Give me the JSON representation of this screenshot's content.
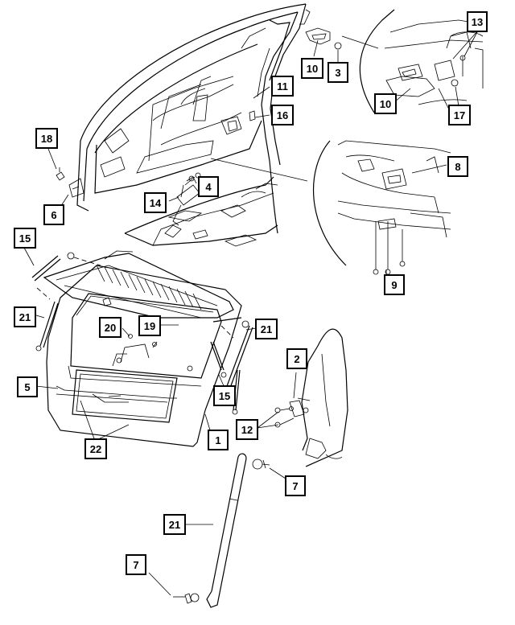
{
  "callouts": [
    {
      "id": "c13",
      "label": "13"
    },
    {
      "id": "c3",
      "label": "3"
    },
    {
      "id": "c10a",
      "label": "10"
    },
    {
      "id": "c11",
      "label": "11"
    },
    {
      "id": "c16",
      "label": "16"
    },
    {
      "id": "c10b",
      "label": "10"
    },
    {
      "id": "c17",
      "label": "17"
    },
    {
      "id": "c18",
      "label": "18"
    },
    {
      "id": "c4",
      "label": "4"
    },
    {
      "id": "c14",
      "label": "14"
    },
    {
      "id": "c6",
      "label": "6"
    },
    {
      "id": "c8",
      "label": "8"
    },
    {
      "id": "c15a",
      "label": "15"
    },
    {
      "id": "c9",
      "label": "9"
    },
    {
      "id": "c21a",
      "label": "21"
    },
    {
      "id": "c20",
      "label": "20"
    },
    {
      "id": "c19",
      "label": "19"
    },
    {
      "id": "c21b",
      "label": "21"
    },
    {
      "id": "c2",
      "label": "2"
    },
    {
      "id": "c5",
      "label": "5"
    },
    {
      "id": "c15b",
      "label": "15"
    },
    {
      "id": "c12",
      "label": "12"
    },
    {
      "id": "c1",
      "label": "1"
    },
    {
      "id": "c22",
      "label": "22"
    },
    {
      "id": "c7a",
      "label": "7"
    },
    {
      "id": "c21c",
      "label": "21"
    },
    {
      "id": "c7b",
      "label": "7"
    }
  ]
}
